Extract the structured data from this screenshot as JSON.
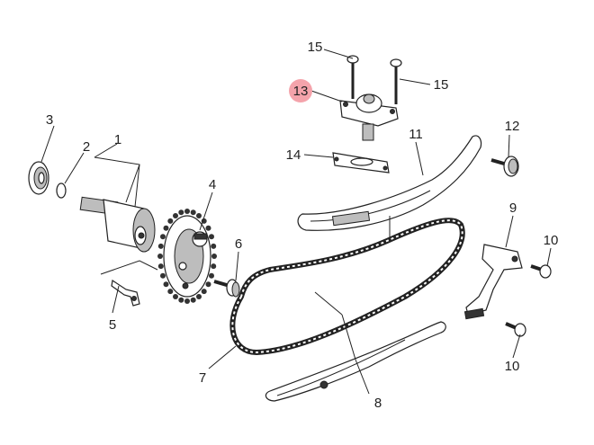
{
  "labels": {
    "p1": "1",
    "p2": "2",
    "p3": "3",
    "p4": "4",
    "p5": "5",
    "p6": "6",
    "p7": "7",
    "p8": "8",
    "p9": "9",
    "p10a": "10",
    "p10b": "10",
    "p11": "11",
    "p12": "12",
    "p13": "13",
    "p14": "14",
    "p15a": "15",
    "p15b": "15"
  },
  "colors": {
    "highlight": "#f4a3ab",
    "line": "#222222"
  }
}
